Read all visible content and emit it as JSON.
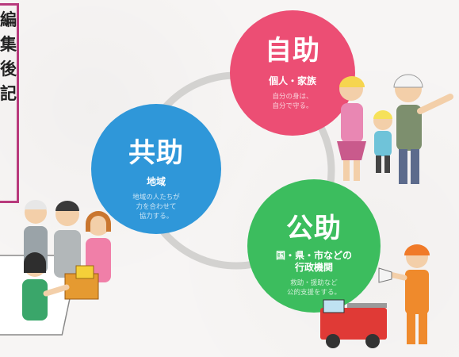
{
  "sidebar_title": [
    "編",
    "集",
    "後",
    "記"
  ],
  "circles": {
    "jijo": {
      "title": "自助",
      "subtitle": "個人・家族",
      "desc_lines": [
        "自分の身は、",
        "自分で守る。"
      ],
      "color": "#ec4e74"
    },
    "kyojo": {
      "title": "共助",
      "subtitle": "地域",
      "desc_lines": [
        "地域の人たちが",
        "力を合わせて",
        "協力する。"
      ],
      "color": "#2f97d9"
    },
    "kojo": {
      "title": "公助",
      "subtitle_lines": [
        "国・県・市などの",
        "行政機関"
      ],
      "desc_lines": [
        "救助・援助など",
        "公的支援をする。"
      ],
      "color": "#3cbd5e"
    }
  }
}
